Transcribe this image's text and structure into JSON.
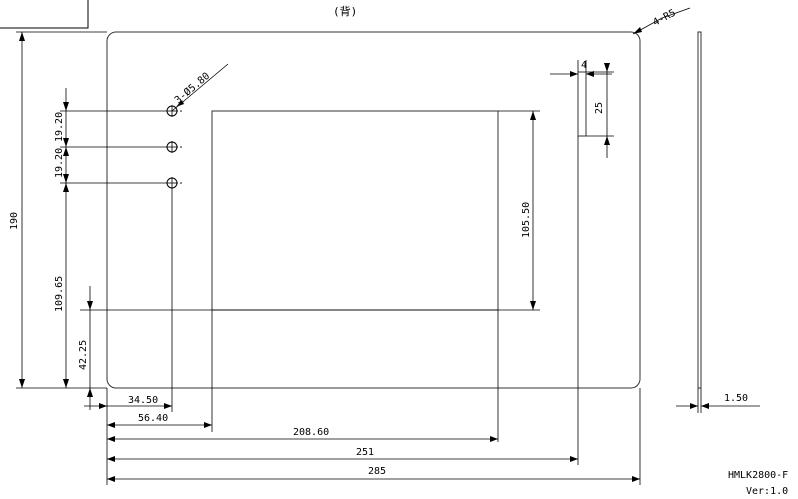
{
  "view_label": "(背)",
  "corner_radius_label": "4-R5",
  "hole_label": "3-Ø5.80",
  "dimensions": {
    "overall_height": "190",
    "hole_spacing_top": "19.20",
    "hole_spacing_bottom": "19.20",
    "hole_y_from_bottom": "109.65",
    "cutout_bottom_from_bottom": "42.25",
    "cutout_height": "105.50",
    "slot_width": "4",
    "slot_height": "25",
    "hole_x": "34.50",
    "cutout_left_x": "56.40",
    "cutout_right_x": "208.60",
    "slot_x": "251",
    "overall_width": "285",
    "thickness": "1.50"
  },
  "title_block": {
    "model": "HMLK2800-F",
    "version": "Ver:1.0"
  }
}
